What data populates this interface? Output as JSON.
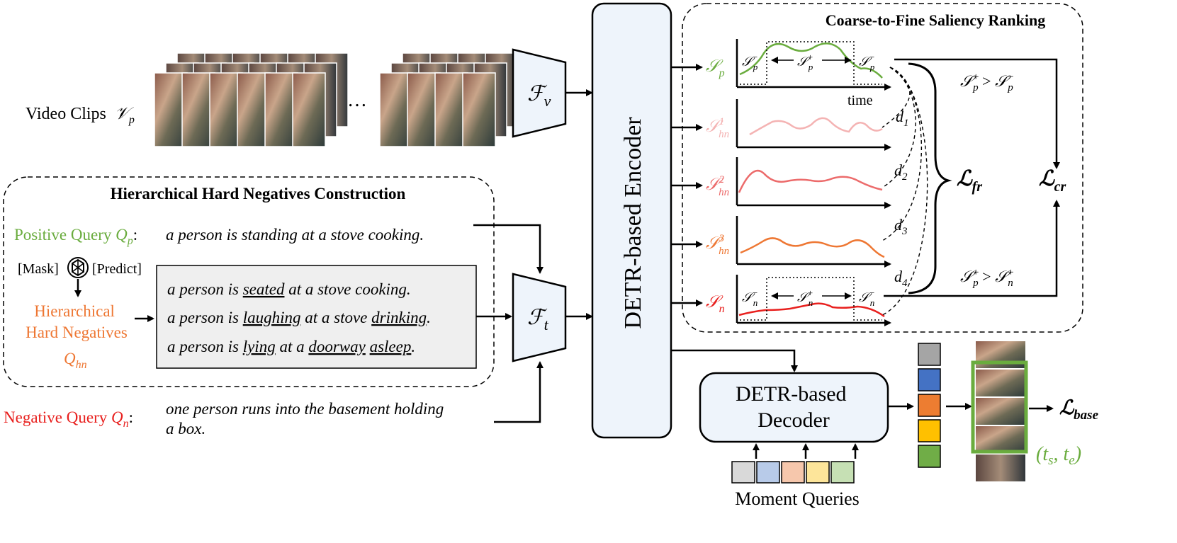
{
  "colors": {
    "green": "#6aac3e",
    "pink": "#f4b3b3",
    "salmon": "#ec6b6b",
    "orange": "#ee7733",
    "red": "#e8201e",
    "box_fill": "#eef4fb",
    "gray_fill": "#efefef",
    "query_colors": [
      "#d9d9d9",
      "#b8cbe9",
      "#f6c7ac",
      "#fde59a",
      "#c6e0b4"
    ],
    "decoder_out_colors": [
      "#a5a5a5",
      "#4472c4",
      "#ed7d31",
      "#ffc000",
      "#70ad47"
    ]
  },
  "video": {
    "label": "Video Clips",
    "symbol": "𝒱",
    "sub": "p",
    "ellipsis": "…"
  },
  "feature_extractors": {
    "visual": {
      "symbol": "ℱ",
      "sub": "v"
    },
    "text": {
      "symbol": "ℱ",
      "sub": "t"
    }
  },
  "encoder": {
    "label": "DETR-based Encoder"
  },
  "decoder": {
    "line1": "DETR-based",
    "line2": "Decoder"
  },
  "moment_queries": {
    "label": "Moment Queries"
  },
  "hierarchical": {
    "title": "Hierarchical Hard Negatives Construction",
    "positive": {
      "label": "Positive Query ",
      "symbol": "Q",
      "sub": "p",
      "colon": ":",
      "text": "a person is standing at a stove cooking."
    },
    "mask": "[Mask]",
    "predict": "[Predict]",
    "negatives_label": {
      "line1": "Hierarchical",
      "line2": "Hard Negatives",
      "symbol": "Q",
      "sub": "hn"
    },
    "negatives": [
      [
        {
          "t": "a person is "
        },
        {
          "t": "seated",
          "u": true
        },
        {
          "t": " at a  stove cooking."
        }
      ],
      [
        {
          "t": "a person is "
        },
        {
          "t": "laughing",
          "u": true
        },
        {
          "t": " at a stove "
        },
        {
          "t": "drinking",
          "u": true
        },
        {
          "t": "."
        }
      ],
      [
        {
          "t": "a person is "
        },
        {
          "t": "lying",
          "u": true
        },
        {
          "t": " at a "
        },
        {
          "t": "doorway",
          "u": true
        },
        {
          "t": " "
        },
        {
          "t": "asleep",
          "u": true
        },
        {
          "t": "."
        }
      ]
    ],
    "negative_query": {
      "label": "Negative Query ",
      "symbol": "Q",
      "sub": "n",
      "colon": ":",
      "line1": "one person runs into the basement holding",
      "line2": "a box."
    }
  },
  "ranking": {
    "title": "Coarse-to-Fine Saliency Ranking",
    "score_symbol": "𝒮",
    "time_label": "time",
    "scores": [
      {
        "sub": "p",
        "sup": ""
      },
      {
        "sub": "hn",
        "sup": "1"
      },
      {
        "sub": "hn",
        "sup": "2"
      },
      {
        "sub": "hn",
        "sup": "3"
      },
      {
        "sub": "n",
        "sup": ""
      }
    ],
    "distances": [
      {
        "base": "d",
        "sub": "1"
      },
      {
        "base": "d",
        "sub": "2"
      },
      {
        "base": "d",
        "sub": "3"
      },
      {
        "base": "d",
        "sub": "4"
      }
    ],
    "region_labels": {
      "minus": "−",
      "plus": "+"
    },
    "constraint_top": {
      "lhs_sub": "p",
      "lhs_sup": "+",
      "op": " > ",
      "rhs_sub": "p",
      "rhs_sup": "−"
    },
    "constraint_bottom": {
      "lhs_sub": "p",
      "lhs_sup": "+",
      "op": " > ",
      "rhs_sub": "n",
      "rhs_sup": "+"
    },
    "loss_fr": {
      "base": "ℒ",
      "sub": "fr"
    },
    "loss_cr": {
      "base": "ℒ",
      "sub": "cr"
    }
  },
  "output": {
    "loss_base": {
      "base": "ℒ",
      "sub": "base"
    },
    "span": "(t",
    "span_s": "s",
    "span_mid": ", t",
    "span_e": "e",
    "span_end": ")"
  }
}
